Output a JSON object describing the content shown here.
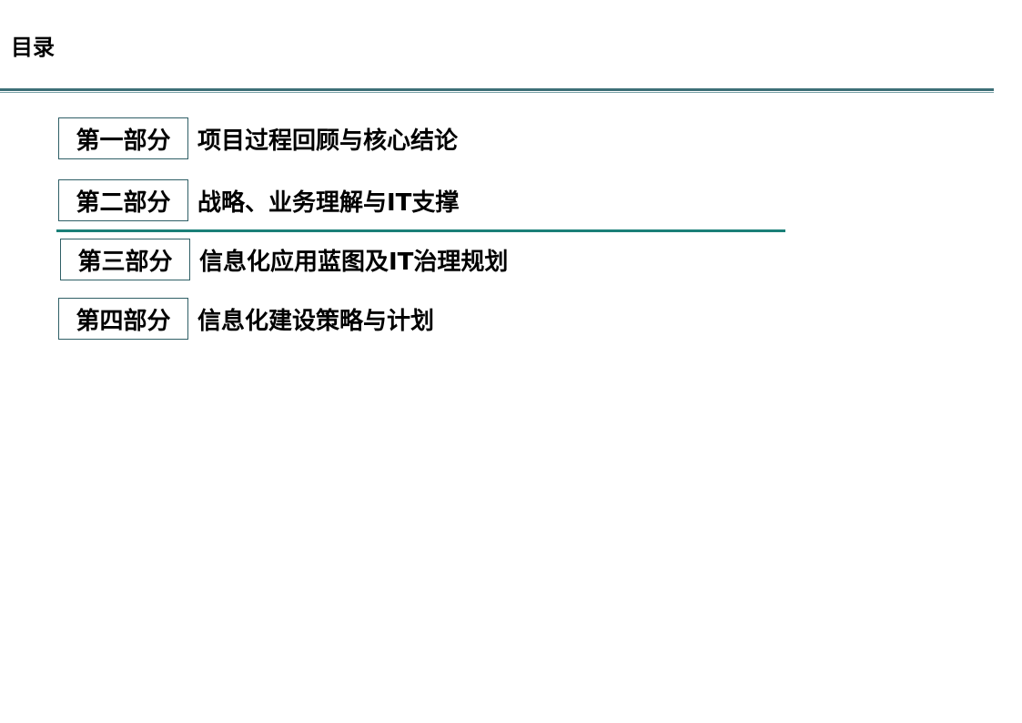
{
  "page": {
    "title": "目录"
  },
  "toc": {
    "items": [
      {
        "part": "第一部分",
        "text": "项目过程回顾与核心结论"
      },
      {
        "part": "第二部分",
        "text": "战略、业务理解与IT支撑"
      },
      {
        "part": "第三部分",
        "text": "信息化应用蓝图及IT治理规划"
      },
      {
        "part": "第四部分",
        "text": "信息化建设策略与计划"
      }
    ]
  },
  "colors": {
    "rule_primary": "#3d6f77",
    "rule_secondary": "#7ba2a8",
    "highlight": "#1a7f78",
    "box_border": "#2f5f66"
  }
}
